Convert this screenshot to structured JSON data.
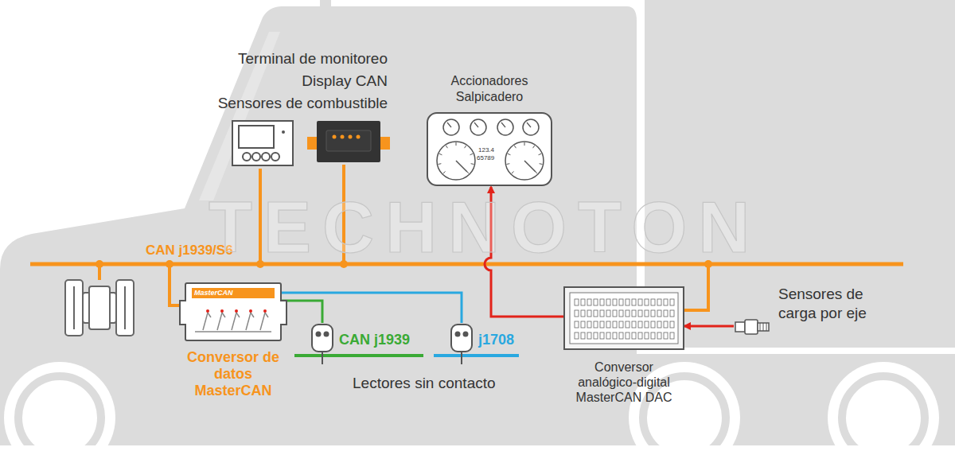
{
  "diagram": {
    "nodes": [
      {
        "text": [
          "MasterCAN",
          "Conversor de datos MasterCAN"
        ]
      },
      {
        "text": [
          "CAN j1939"
        ]
      },
      {
        "text": [
          "j1708"
        ]
      },
      {
        "text": [
          "Accionadores Salpicadero",
          "123.4",
          "65789"
        ]
      },
      {
        "text": [
          "Conversor analógico-digital MasterCAN DAC"
        ]
      },
      {
        "text": [
          "Sensores de carga por eje"
        ]
      }
    ],
    "edges": [
      {
        "from": 0,
        "to": 1,
        "arrow": "none"
      },
      {
        "from": 0,
        "to": 2,
        "arrow": "none"
      },
      {
        "from": 4,
        "to": 3,
        "arrow": "to"
      },
      {
        "from": 5,
        "to": 4,
        "arrow": "to"
      }
    ],
    "labels": [
      "Terminal de monitoreo",
      "Display CAN",
      "Sensores de combustible",
      "CAN j1939/S6",
      "Lectores sin contacto",
      "TECHNOTON"
    ]
  }
}
